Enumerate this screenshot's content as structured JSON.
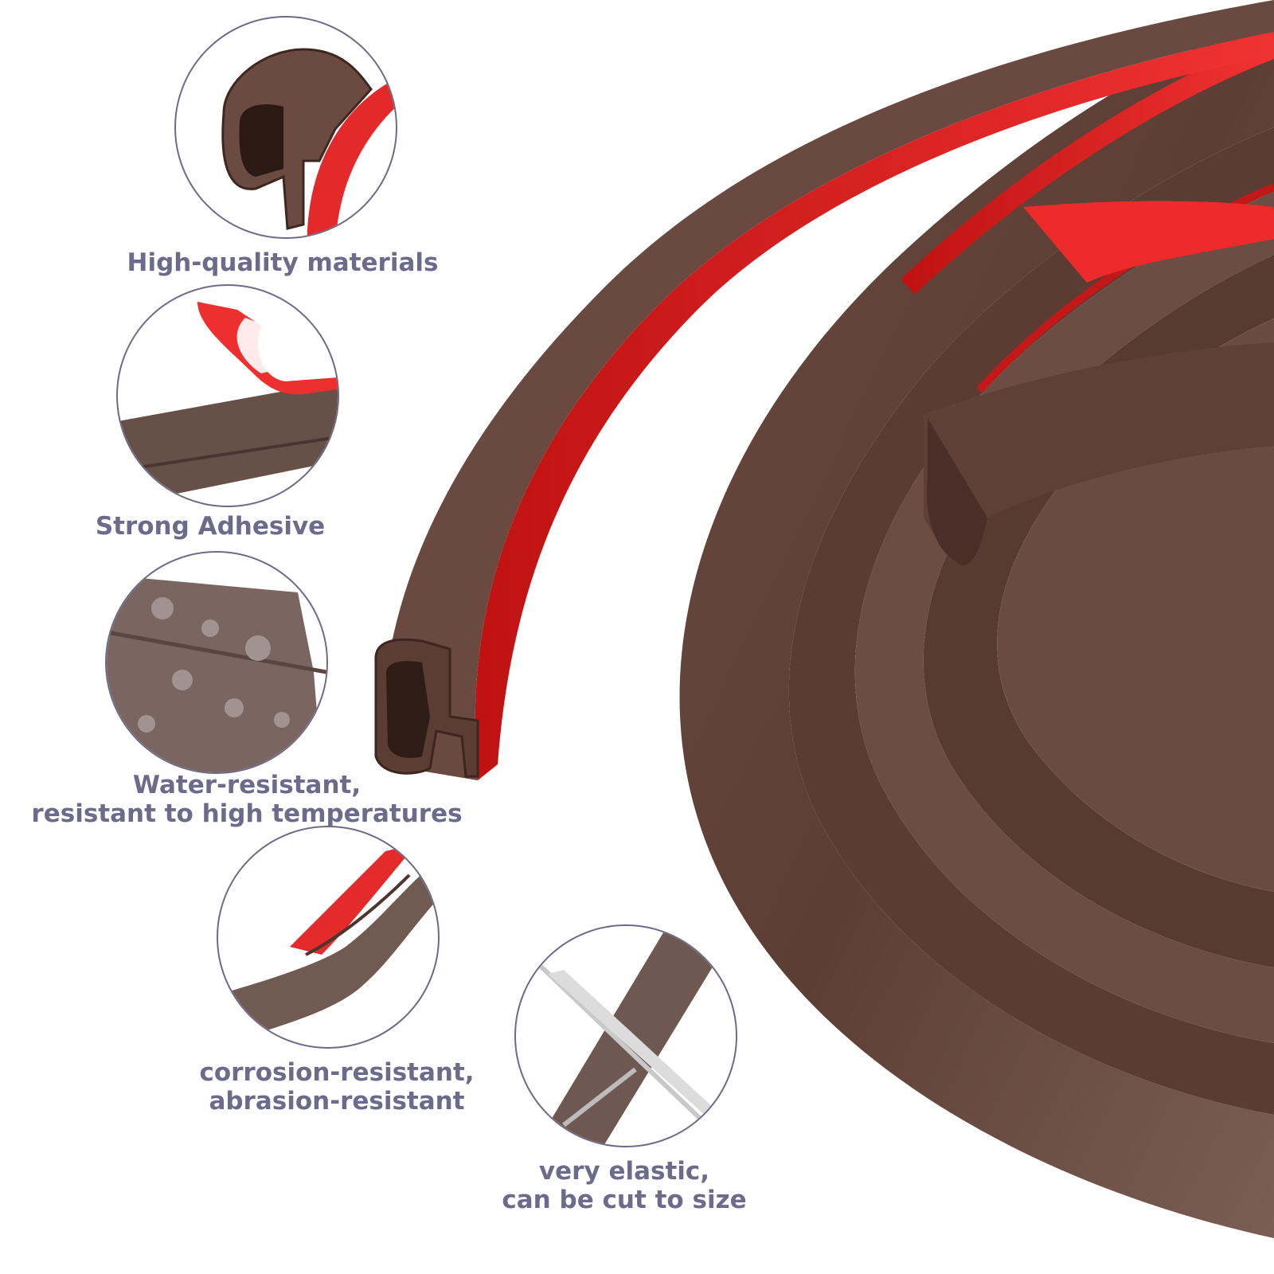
{
  "features": [
    {
      "lines": [
        "High-quality materials"
      ],
      "icon": "profile-cross-section-icon"
    },
    {
      "lines": [
        "Strong Adhesive"
      ],
      "icon": "peeled-adhesive-tape-icon"
    },
    {
      "lines": [
        "Water-resistant,",
        "resistant to high temperatures"
      ],
      "icon": "water-droplets-strip-icon"
    },
    {
      "lines": [
        "corrosion-resistant,",
        "abrasion-resistant"
      ],
      "icon": "twisted-strip-icon"
    },
    {
      "lines": [
        "very elastic,",
        "can be cut to size"
      ],
      "icon": "scissors-cut-strip-icon"
    }
  ],
  "colors": {
    "caption": "#6e6a8c",
    "circle_border": "#6f6a88",
    "rubber_brown": "#6b4a3f",
    "rubber_brown_light": "#7d5d52",
    "rubber_brown_dark": "#4d3129",
    "adhesive_red": "#e0201f",
    "adhesive_red_dark": "#a5100f"
  }
}
